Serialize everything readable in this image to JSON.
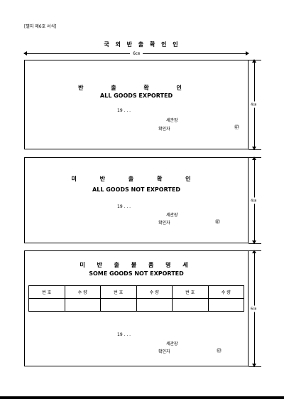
{
  "form_label": "[별지 제6호 서식]",
  "doc_title": "국 외 반 출 확 인 인",
  "width_dim": "6㎝",
  "boxes": [
    {
      "title_ko": "반 출 확 인",
      "title_en": "ALL GOODS EXPORTED",
      "date": "19  .   .   .",
      "office": "세관장",
      "confirmer": "확인자",
      "seal": "㊞",
      "height_dim": "4㎝"
    },
    {
      "title_ko": "미 반 출 확 인",
      "title_en": "ALL GOODS NOT EXPORTED",
      "date": "19  .   .   .",
      "office": "세관장",
      "confirmer": "확인자",
      "seal": "㊞",
      "height_dim": "4㎝"
    },
    {
      "title_ko": "미 반 출 물 품 명 세",
      "title_en": "SOME GOODS NOT EXPORTED",
      "table_headers": [
        "번   호",
        "수   량",
        "번   호",
        "수   량",
        "번   호",
        "수   량"
      ],
      "date": "19  .   .   .",
      "office": "세관장",
      "confirmer": "확인자",
      "seal": "㊞",
      "height_dim": "6㎝"
    }
  ]
}
